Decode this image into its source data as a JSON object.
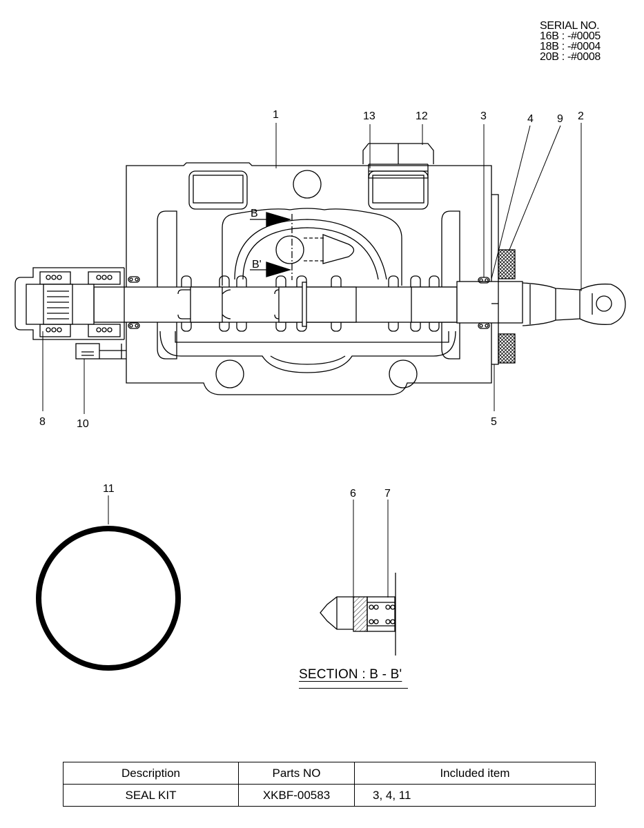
{
  "serial": {
    "title": "SERIAL NO.",
    "lines": [
      "16B : -#0005",
      "18B : -#0004",
      "20B : -#0008"
    ]
  },
  "callouts": [
    "1",
    "13",
    "12",
    "3",
    "4",
    "9",
    "2",
    "8",
    "10",
    "5",
    "11",
    "6",
    "7"
  ],
  "section_marks": {
    "b": "B",
    "b_prime": "B'"
  },
  "section_title": "SECTION : B - B'",
  "table": {
    "headers": [
      "Description",
      "Parts NO",
      "Included item"
    ],
    "rows": [
      {
        "description": "SEAL KIT",
        "parts_no": "XKBF-00583",
        "included": "3, 4, 11"
      }
    ]
  }
}
